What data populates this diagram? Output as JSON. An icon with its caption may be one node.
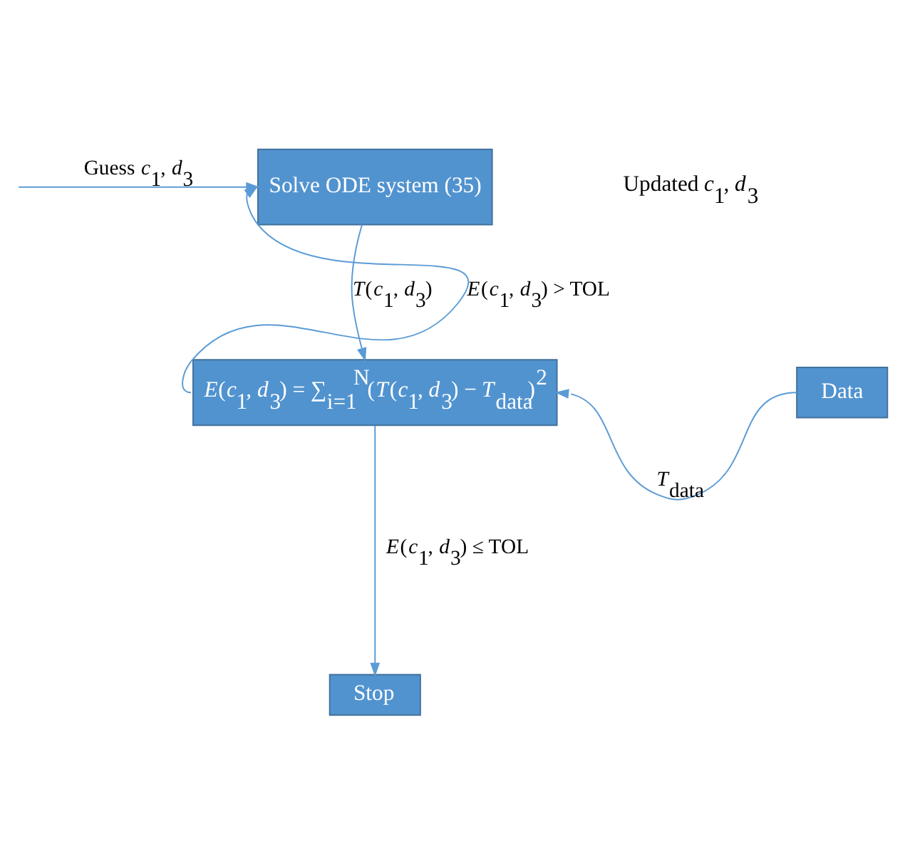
{
  "diagram": {
    "nodes": [
      {
        "text": [
          "Solve ODE system (35)"
        ]
      },
      {
        "text": [
          "*E*(*c*$_{1}$, *d*$_{3}$) = ∑$_{i=1}$$^{N}$(*T*(*c*$_{1}$, *d*$_{3}$) − *T*$_{data}$)$^{2}$"
        ]
      },
      {
        "text": [
          "Data"
        ]
      },
      {
        "text": [
          "Stop"
        ]
      }
    ],
    "edges": [
      {
        "from": null,
        "to": 0,
        "arrow": "to",
        "label": "Guess *c*$_{1}$, *d*$_{3}$"
      },
      {
        "from": 0,
        "to": 1,
        "arrow": "to",
        "label": "*T*(*c*$_{1}$, *d*$_{3}$)"
      },
      {
        "from": 2,
        "to": 1,
        "arrow": "to",
        "label": "*T*$_{data}$"
      },
      {
        "from": 1,
        "to": 0,
        "arrow": "to",
        "label": "*E*(*c*$_{1}$, *d*$_{3}$) > TOL"
      },
      {
        "from": 1,
        "to": 3,
        "arrow": "to",
        "label": "*E*(*c*$_{1}$, *d*$_{3}$) ≤ TOL"
      }
    ],
    "labels": [
      "Updated *c*$_{1}$, *d*$_{3}$"
    ]
  }
}
